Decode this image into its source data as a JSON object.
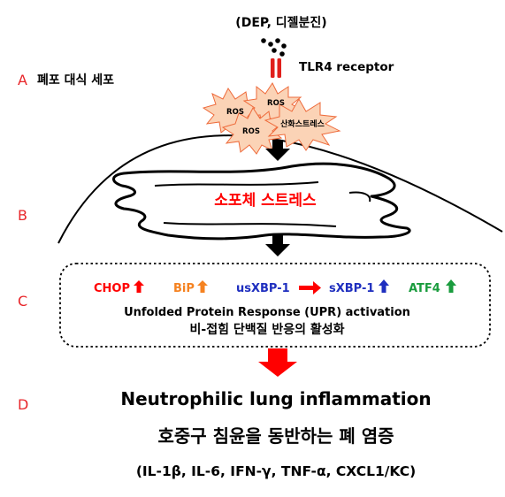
{
  "top": {
    "dep_label": "(DEP, 디젤분진)",
    "receptor_label": "TLR4 receptor"
  },
  "section_a": {
    "letter": "A",
    "title": "폐포 대식 세포",
    "ros_labels": [
      "ROS",
      "ROS",
      "ROS"
    ],
    "oxidative_stress": "산화스트레스"
  },
  "section_b": {
    "letter": "B",
    "er_stress": "소포체 스트레스"
  },
  "section_c": {
    "letter": "C",
    "markers": {
      "chop": "CHOP",
      "bip": "BiP",
      "usxbp1": "usXBP-1",
      "sxbp1": "sXBP-1",
      "atf4": "ATF4"
    },
    "upr_en": "Unfolded Protein Response (UPR) activation",
    "upr_ko": "비-접힘 단백질 반응의 활성화"
  },
  "section_d": {
    "letter": "D",
    "title_en": "Neutrophilic lung inflammation",
    "title_ko": "호중구 침윤을 동반하는 폐 염증",
    "cytokines": "(IL-1β, IL-6, IFN-γ, TNF-α, CXCL1/KC)"
  },
  "colors": {
    "letter": "#e8262a",
    "chop": "#ff0000",
    "bip": "#f58220",
    "xbp": "#1f2fbf",
    "atf4": "#1a9c3e",
    "er_text": "#ff0000",
    "ros_fill": "#fbd3b6",
    "ros_stroke": "#ee6a3a",
    "arrow_red": "#ff0000",
    "receptor": "#e0201c"
  }
}
